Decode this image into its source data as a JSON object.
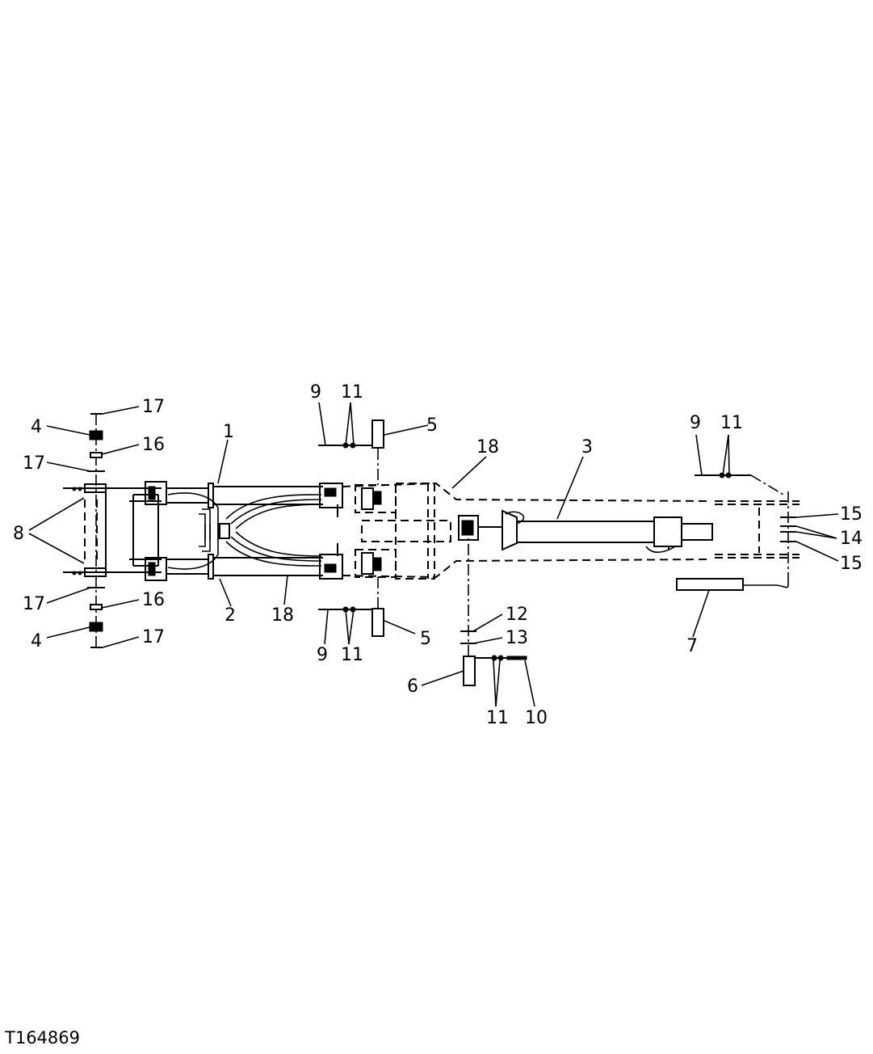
{
  "figure_id": "T164869",
  "callouts": {
    "c1": "1",
    "c2": "2",
    "c3": "3",
    "c4_top": "4",
    "c4_bot": "4",
    "c5_top": "5",
    "c5_bot": "5",
    "c6": "6",
    "c7": "7",
    "c8": "8",
    "c9_top": "9",
    "c9_bot": "9",
    "c9_right": "9",
    "c10": "10",
    "c11_top": "11",
    "c11_bot": "11",
    "c11_right": "11",
    "c11_low": "11",
    "c12": "12",
    "c13": "13",
    "c14": "14",
    "c15_top": "15",
    "c15_bot": "15",
    "c16_top": "16",
    "c16_bot": "16",
    "c17_a": "17",
    "c17_b": "17",
    "c17_c": "17",
    "c17_d": "17",
    "c18_top": "18",
    "c18_bot": "18"
  }
}
